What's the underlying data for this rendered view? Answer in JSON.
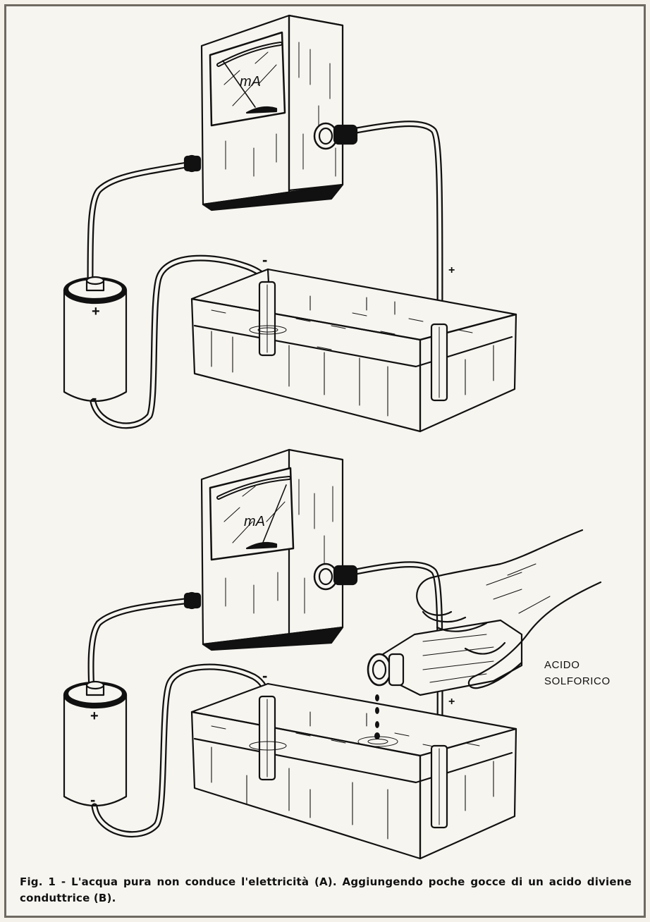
{
  "meter_unit": "mA",
  "polarity": {
    "plus": "+",
    "minus": "-"
  },
  "acid_label": [
    "ACIDO",
    "SOLFORICO"
  ],
  "caption": "Fig. 1 - L'acqua pura non conduce l'elettricità (A). Aggiungendo poche gocce di un acido diviene conduttrice (B).",
  "colors": {
    "ink": "#111111",
    "paper": "#f7f5f0",
    "border": "#6e6a62"
  },
  "needle_reading": {
    "A": "zero",
    "B": "deflected"
  }
}
